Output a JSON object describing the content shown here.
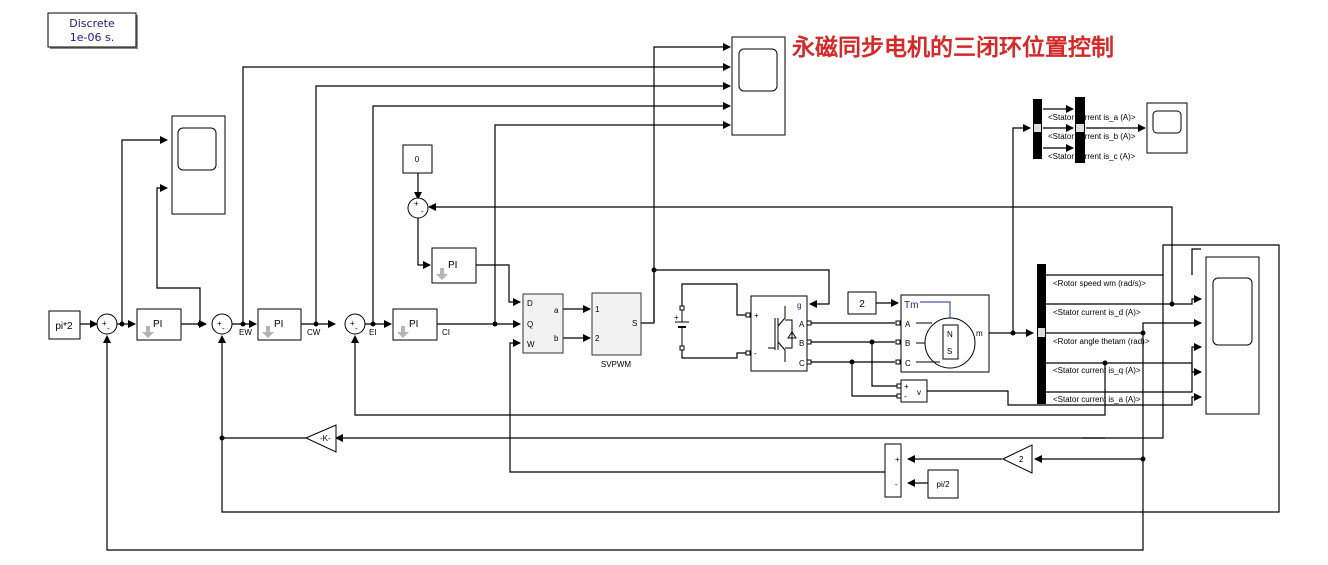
{
  "title": "永磁同步电机的三闭环位置控制",
  "powergui": {
    "line1": "Discrete",
    "line2": "1e-06 s."
  },
  "blocks": {
    "ref_const": "pi*2",
    "pi1": "PI",
    "pi2": "PI",
    "pi3": "PI",
    "pi_d": "PI",
    "zero_const": "0",
    "torque_const": "2",
    "gain_k": "-K-",
    "gain_2": "2",
    "pi_half": "pi/2",
    "svpwm_label": "SVPWM",
    "svpwm_in1": "1",
    "svpwm_in2": "2",
    "svpwm_out": "S",
    "dqw_ports": {
      "d": "D",
      "q": "Q",
      "w": "W",
      "a": "a",
      "b": "b"
    },
    "inverter_ports": {
      "g": "g",
      "a": "A",
      "b": "B",
      "c": "C",
      "plus": "+",
      "minus": "-"
    },
    "motor_ports": {
      "tm": "Tm",
      "a": "A",
      "b": "B",
      "c": "C",
      "m": "m",
      "n": "N",
      "s": "S"
    },
    "vmeas": {
      "plus": "+",
      "minus": "-",
      "v": "v"
    },
    "sum_signs": {
      "plus": "+",
      "minus": "-"
    },
    "sub_signs": {
      "plus": "+",
      "minus": "-"
    }
  },
  "signals": {
    "ew": "EW",
    "cw": "CW",
    "ei": "EI",
    "ci": "CI"
  },
  "bus_selector_main": [
    "<Rotor speed wm (rad/s)>",
    "<Stator current is_d (A)>",
    "<Rotor angle thetam (rad)>",
    "<Stator current is_q (A)>",
    "<Stator current is_a (A)>"
  ],
  "bus_selector_top": [
    "<Stator current is_a (A)>",
    "<Stator current is_b (A)>",
    "<Stator current is_c (A)>"
  ]
}
